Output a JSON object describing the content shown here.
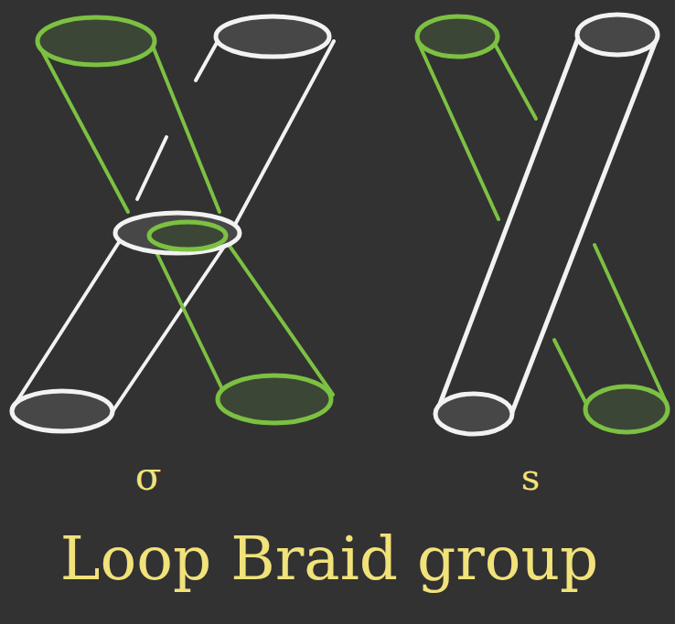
{
  "diagram": {
    "labels": [
      "σ",
      "s",
      "Loop Braid group"
    ]
  }
}
